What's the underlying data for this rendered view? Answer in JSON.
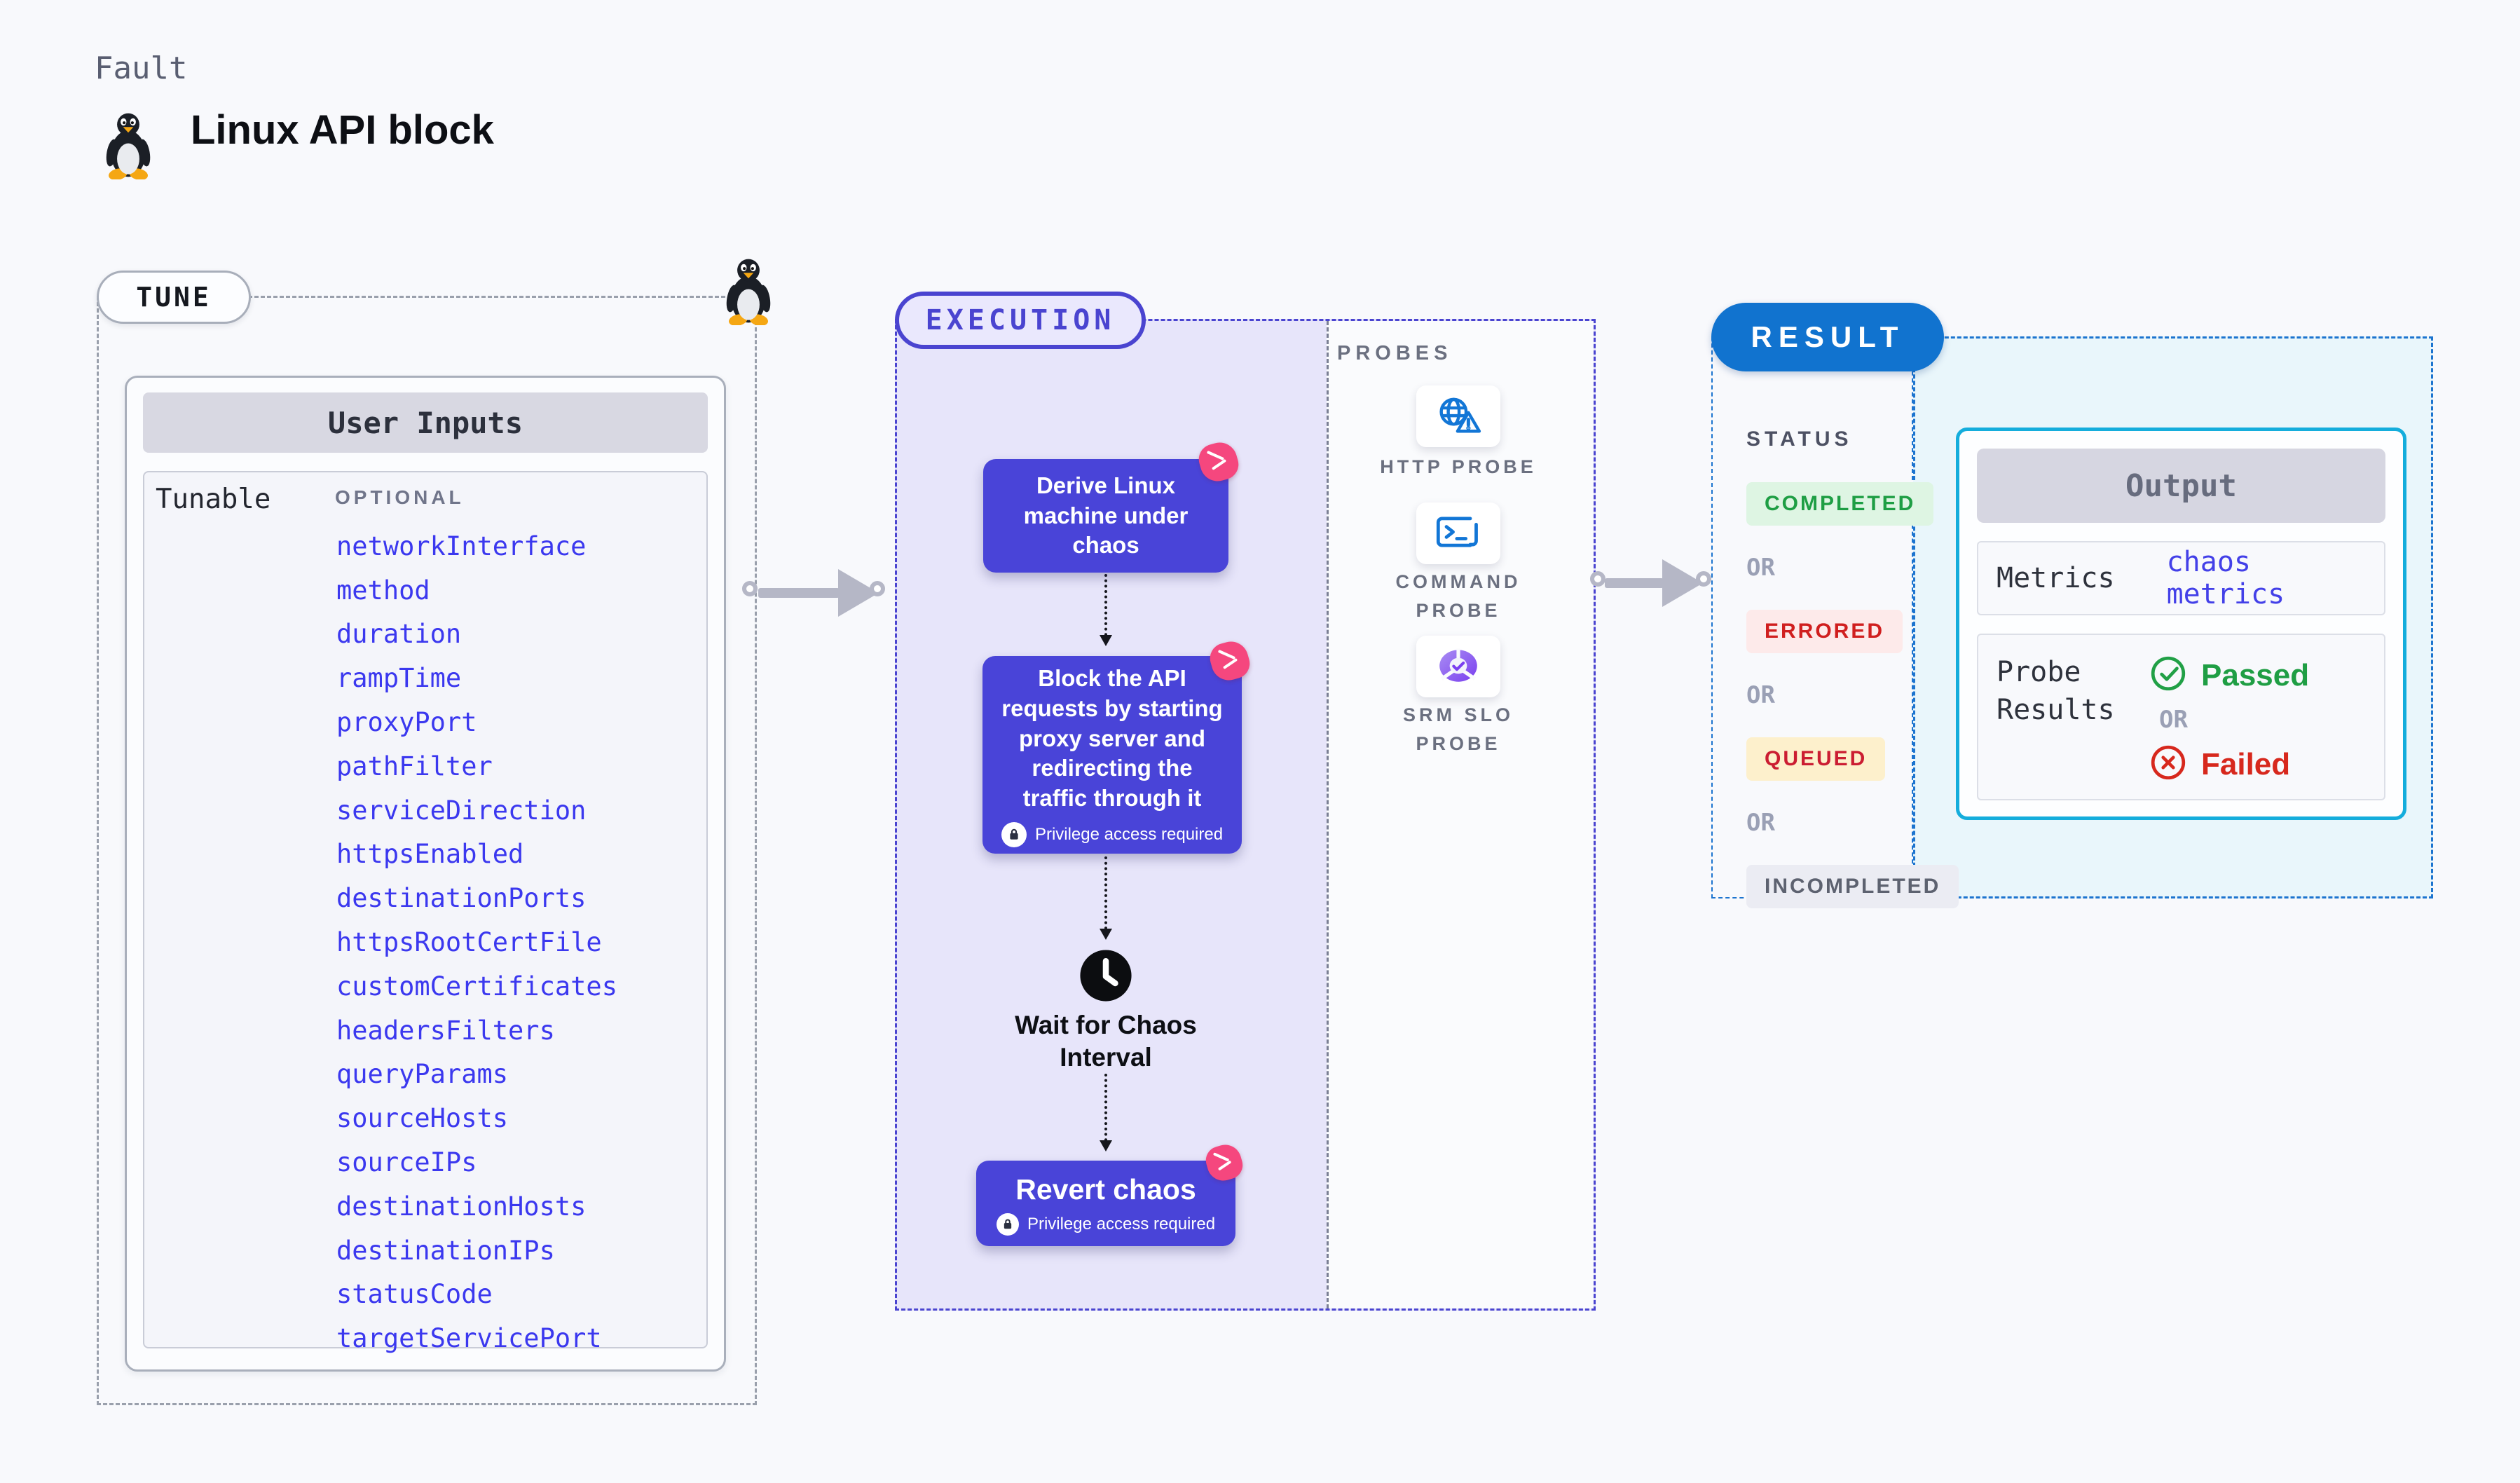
{
  "theme": {
    "accent_indigo": "#4a44d0",
    "node_fill": "#4944d8",
    "execution_bg": "#e7e5fa",
    "result_blue": "#1173cf",
    "output_border_cyan": "#14addc",
    "output_bg": "#e9f6fb",
    "param_blue": "#3b38ef",
    "chaos_pink": "#f5477e",
    "probe_icon_blue": "#1276d6"
  },
  "header": {
    "kicker": "Fault",
    "title": "Linux API block",
    "icon": "tux-penguin-icon"
  },
  "tune": {
    "badge": "TUNE",
    "panel_title": "User Inputs",
    "row_label": "Tunable",
    "optional_label": "OPTIONAL",
    "params": [
      "networkInterface",
      "method",
      "duration",
      "rampTime",
      "proxyPort",
      "pathFilter",
      "serviceDirection",
      "httpsEnabled",
      "destinationPorts",
      "httpsRootCertFile",
      "customCertificates",
      "headersFilters",
      "queryParams",
      "sourceHosts",
      "sourceIPs",
      "destinationHosts",
      "destinationIPs",
      "statusCode",
      "targetServicePort"
    ]
  },
  "execution": {
    "badge": "EXECUTION",
    "node_derive": "Derive Linux machine under chaos",
    "node_block": "Block the API requests by starting proxy server and redirecting the traffic through it",
    "privilege_badge": "Privilege access required",
    "wait_label": "Wait for Chaos Interval",
    "node_revert": "Revert chaos"
  },
  "probes": {
    "title": "PROBES",
    "items": [
      {
        "label": "HTTP PROBE",
        "icon": "globe-alert-icon"
      },
      {
        "label": "COMMAND PROBE",
        "icon": "terminal-icon"
      },
      {
        "label": "SRM SLO PROBE",
        "icon": "slo-donut-check-icon"
      }
    ]
  },
  "result": {
    "badge": "RESULT",
    "status_title": "STATUS",
    "or_label": "OR",
    "statuses": [
      {
        "label": "COMPLETED",
        "fg": "#1e9e44",
        "bg": "#def5e3"
      },
      {
        "label": "ERRORED",
        "fg": "#d01f1f",
        "bg": "#fdeaea"
      },
      {
        "label": "QUEUED",
        "fg": "#cb1d32",
        "bg": "#fdf0cc"
      },
      {
        "label": "INCOMPLETED",
        "fg": "#5d6270",
        "bg": "#ebecf3"
      }
    ],
    "output": {
      "header": "Output",
      "metrics_label": "Metrics",
      "metrics_value": "chaos metrics",
      "probe_results_label": "Probe Results",
      "passed": "Passed",
      "or": "OR",
      "failed": "Failed"
    }
  }
}
